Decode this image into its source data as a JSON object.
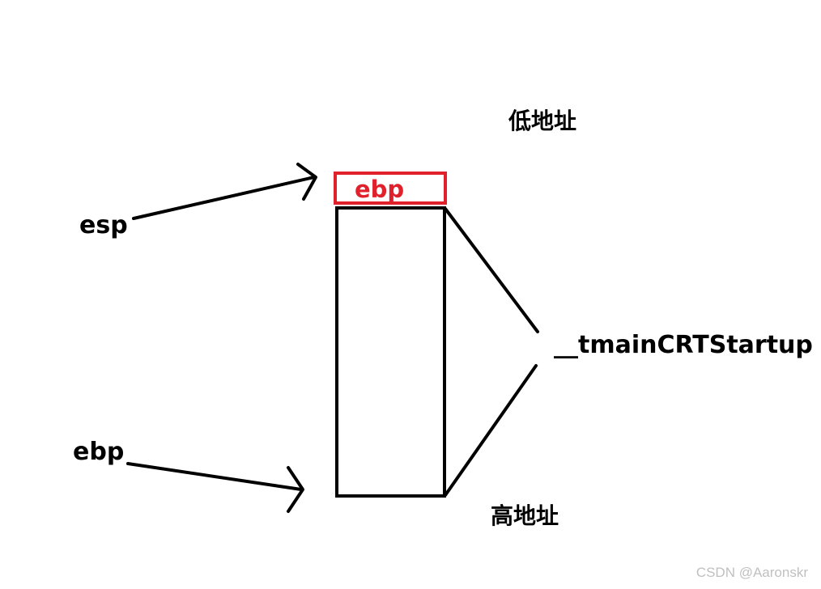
{
  "diagram": {
    "low_address_label": "低地址",
    "high_address_label": "高地址",
    "esp_label": "esp",
    "ebp_pointer_label": "ebp",
    "saved_ebp_label": "ebp",
    "function_label": "__tmainCRTStartup"
  },
  "watermark": "CSDN @Aaronskr",
  "colors": {
    "stroke": "#000000",
    "highlight": "#e0202a",
    "watermark": "#c0c0c0",
    "background": "#ffffff"
  }
}
